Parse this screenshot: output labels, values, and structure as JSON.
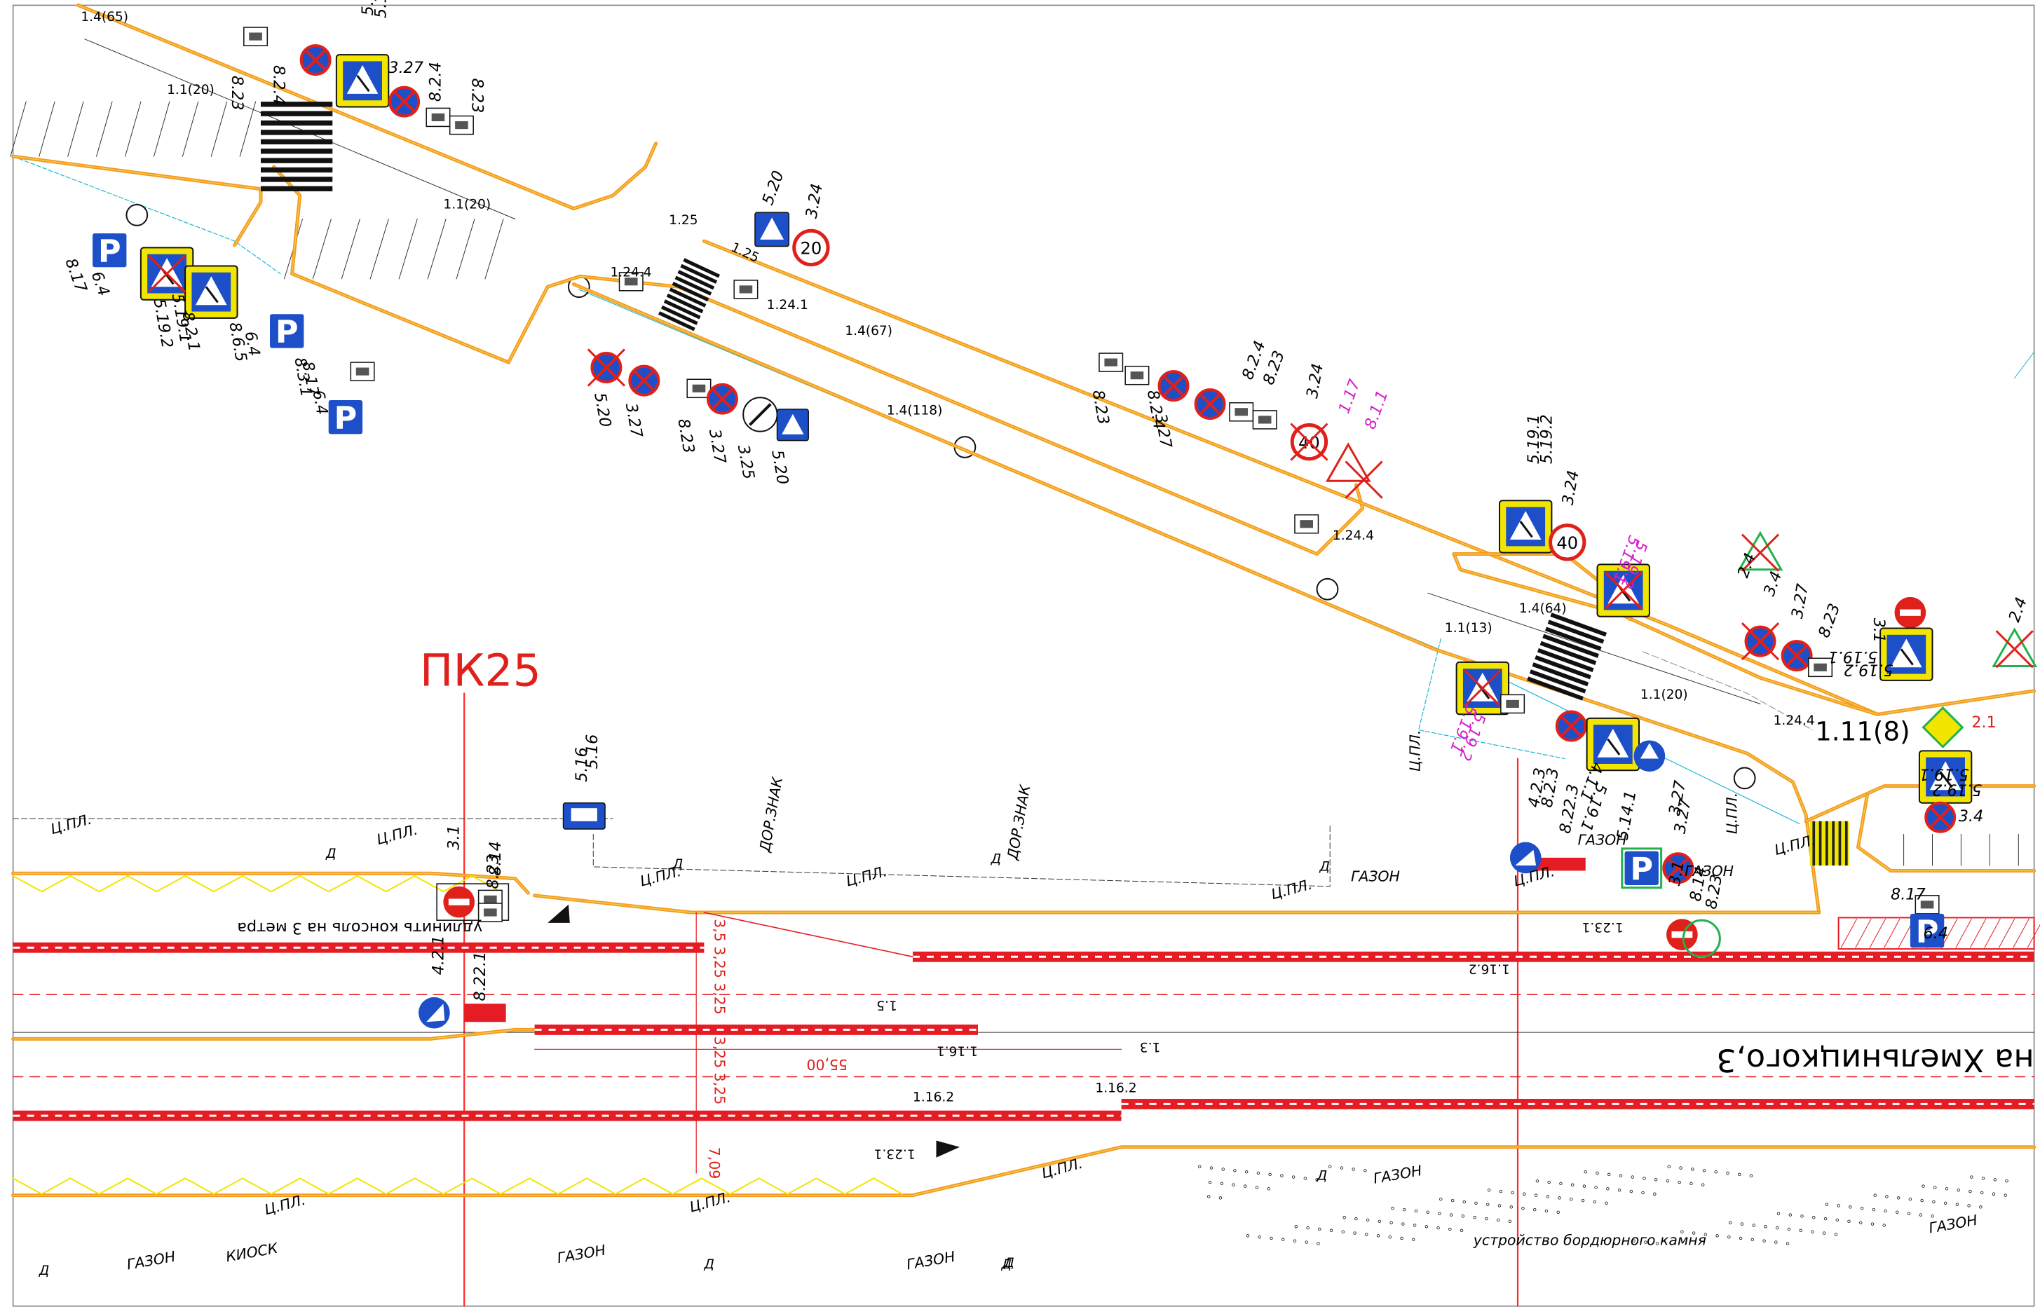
{
  "drawing": {
    "station_label": "ПК25",
    "street_label": "на Хмельницкого,3",
    "console_note": "удлинить консоль на 3 метра",
    "curb_note": "устройство бордюрного камня",
    "dimension_55": "55,00",
    "lane_widths_a": "3,5  3,25  3,25",
    "lane_widths_b": "3,25  3,25",
    "lane_width_c": "7,09",
    "colors": {
      "curb": "#f39a1e",
      "curb_edge": "#f7c84a",
      "marking": "#e51c23",
      "axis": "#ff2a2a",
      "kerb_blue": "#19b8d6",
      "zigzag": "#f2e600",
      "sign_blue": "#1d4fc9",
      "sign_red": "#e0201a",
      "magenta": "#d61fc8",
      "green": "#22b14c"
    },
    "markings": [
      "1.4(65)",
      "1.1(20)",
      "1.1(20)",
      "1.25",
      "1.25",
      "1.24.4",
      "1.24.1",
      "1.4(67)",
      "1.4(118)",
      "1.24.4",
      "1.1(13)",
      "1.4(64)",
      "1.1(20)",
      "1.24.4",
      "1.11(8)",
      "1.23.1",
      "1.16.2",
      "1.5",
      "1.16.1",
      "1.3",
      "1.16.2",
      "1.16.2",
      "1.23.1"
    ],
    "sign_codes": [
      "8.23",
      "8.2.4",
      "3.27",
      "8.2.4",
      "8.23",
      "5.19.1",
      "5.19.2",
      "5.20",
      "3.24",
      "6.4",
      "8.17",
      "5.19.1",
      "5.19.2",
      "8.2.1",
      "8.6.5",
      "6.4",
      "8.3.1",
      "8.17",
      "6.4",
      "5.20",
      "3.27",
      "8.23",
      "3.27",
      "3.25",
      "5.20",
      "8.23",
      "8.2.4",
      "3.27",
      "8.2.4",
      "8.23",
      "3.24",
      "1.17",
      "8.1.1",
      "5.19.1",
      "5.19.2",
      "3.24",
      "5.19.1",
      "5.19.2",
      "2.4",
      "3.4",
      "3.27",
      "8.23",
      "3.1",
      "5.19.1",
      "5.19.2",
      "2.1",
      "5.19.1",
      "5.19.2",
      "3.4",
      "2.4",
      "5.19.1",
      "5.19.2",
      "8.2.3",
      "3.27",
      "4.1.1",
      "5.19.1",
      "4.2.3",
      "8.22.3",
      "5.14.1",
      "3.27",
      "3.1",
      "8.14",
      "8.23",
      "8.17",
      "6.4",
      "5.16",
      "5.16",
      "3.1",
      "8.14",
      "8.23",
      "4.2.1",
      "8.22.1"
    ],
    "area_labels": {
      "gazon": "ГАЗОН",
      "kiosk": "КИОСК",
      "curb_gp": "Ц.ПЛ.",
      "road_sign_short": "ДОР.ЗНАК",
      "post": "Д"
    }
  }
}
